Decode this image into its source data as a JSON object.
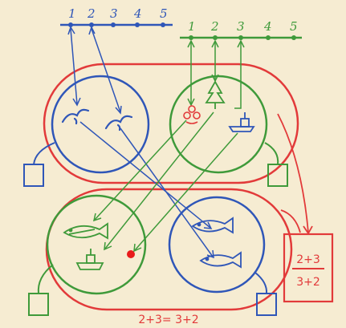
{
  "colors": {
    "paper": "#f6ecd2",
    "red": "#e23a3a",
    "blue": "#2f56b8",
    "green": "#3f9a3a",
    "red_dot": "#e81b1b"
  },
  "blue_number_line": {
    "labels": [
      "1",
      "2",
      "3",
      "4",
      "5"
    ]
  },
  "green_number_line": {
    "labels": [
      "1",
      "2",
      "3",
      "4",
      "5"
    ]
  },
  "top_set": {
    "blue_circle_items": [
      "bird",
      "bird"
    ],
    "green_circle_items": [
      "flower",
      "tree",
      "boat"
    ]
  },
  "bottom_set": {
    "green_circle_items": [
      "fish",
      "boat",
      "red-dot"
    ],
    "blue_circle_items": [
      "fish",
      "fish"
    ]
  },
  "fraction_box": {
    "numerator": "2+3",
    "denominator": "3+2"
  },
  "equation": "2+3= 3+2"
}
